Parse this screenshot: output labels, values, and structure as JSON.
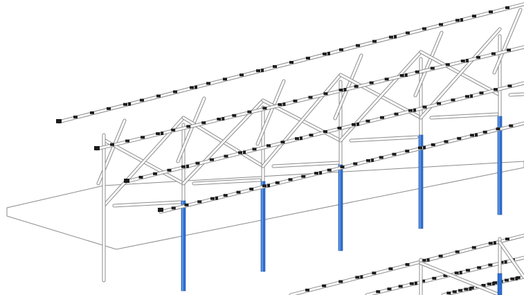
{
  "title": "",
  "colors": {
    "background": "#ffffff",
    "steel_outline": "#8c8c8c",
    "steel_fill": "#ffffff",
    "clamp": "#1b1b1b",
    "pile_embedded": "#2f6fd0",
    "slab_edge": "#8a8a8a"
  },
  "structure": {
    "type": "ground-mount solar racking (isometric line drawing)",
    "rows_visible": 2,
    "rails_per_row": 4,
    "frames_visible_row1": 6,
    "piles_below_grade_highlighted": true
  }
}
